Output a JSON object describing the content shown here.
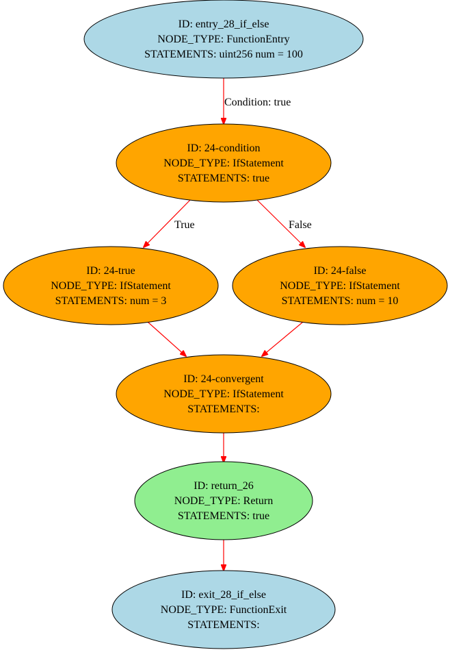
{
  "colors": {
    "function_entry_exit": "#add8e6",
    "if_statement": "#ffa500",
    "return": "#90ee90",
    "edge": "#ff0000"
  },
  "nodes": [
    {
      "id": "entry_28_if_else",
      "kind": "function_entry_exit",
      "lines": [
        "ID: entry_28_if_else",
        "NODE_TYPE: FunctionEntry",
        "STATEMENTS: uint256 num = 100"
      ]
    },
    {
      "id": "24-condition",
      "kind": "if_statement",
      "lines": [
        "ID: 24-condition",
        "NODE_TYPE: IfStatement",
        "STATEMENTS: true"
      ]
    },
    {
      "id": "24-true",
      "kind": "if_statement",
      "lines": [
        "ID: 24-true",
        "NODE_TYPE: IfStatement",
        "STATEMENTS: num = 3"
      ]
    },
    {
      "id": "24-false",
      "kind": "if_statement",
      "lines": [
        "ID: 24-false",
        "NODE_TYPE: IfStatement",
        "STATEMENTS: num = 10"
      ]
    },
    {
      "id": "24-convergent",
      "kind": "if_statement",
      "lines": [
        "ID: 24-convergent",
        "NODE_TYPE: IfStatement",
        "STATEMENTS:"
      ]
    },
    {
      "id": "return_26",
      "kind": "return",
      "lines": [
        "ID: return_26",
        "NODE_TYPE: Return",
        "STATEMENTS: true"
      ]
    },
    {
      "id": "exit_28_if_else",
      "kind": "function_entry_exit",
      "lines": [
        "ID: exit_28_if_else",
        "NODE_TYPE: FunctionExit",
        "STATEMENTS:"
      ]
    }
  ],
  "edges": [
    {
      "from": "entry_28_if_else",
      "to": "24-condition",
      "label": "Condition: true"
    },
    {
      "from": "24-condition",
      "to": "24-true",
      "label": "True"
    },
    {
      "from": "24-condition",
      "to": "24-false",
      "label": "False"
    },
    {
      "from": "24-true",
      "to": "24-convergent",
      "label": ""
    },
    {
      "from": "24-false",
      "to": "24-convergent",
      "label": ""
    },
    {
      "from": "24-convergent",
      "to": "return_26",
      "label": ""
    },
    {
      "from": "return_26",
      "to": "exit_28_if_else",
      "label": ""
    }
  ]
}
